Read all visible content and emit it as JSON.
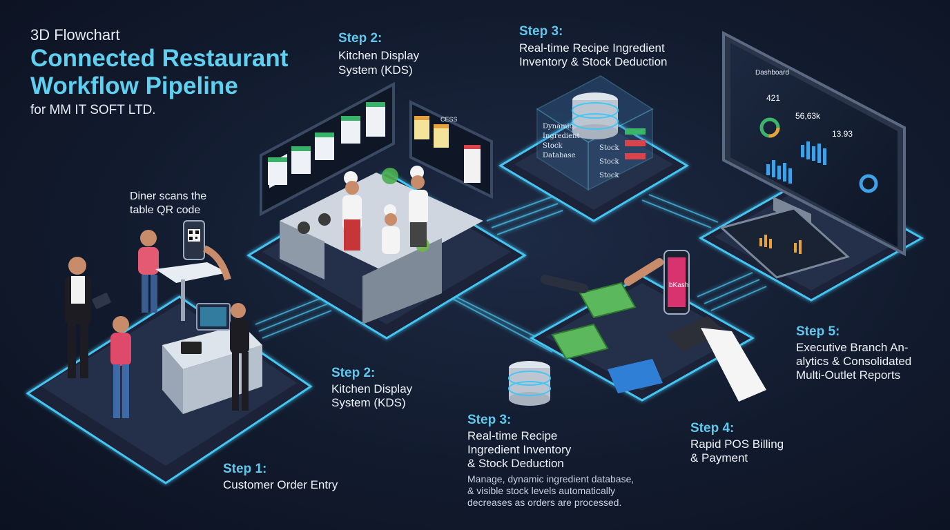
{
  "header": {
    "eyebrow": "3D Flowchart",
    "title_line1": "Connected Restaurant",
    "title_line2": "Workflow Pipeline",
    "subtitle": "for MM IT SOFT LTD."
  },
  "steps": {
    "kds_top": {
      "heading": "Step 2:",
      "line1": "Kitchen Display",
      "line2": "System (KDS)"
    },
    "inventory_top": {
      "heading": "Step 3:",
      "line1": "Real-time Recipe Ingredient",
      "line2": "Inventory & Stock Deduction"
    },
    "qr_note": {
      "line1": "Diner scans the",
      "line2": "table QR code"
    },
    "kds_bottom": {
      "heading": "Step 2:",
      "line1": "Kitchen Display",
      "line2": "System (KDS)"
    },
    "order_entry": {
      "heading": "Step 1:",
      "line1": "Customer Order Entry"
    },
    "inventory_bottom": {
      "heading": "Step 3:",
      "line1": "Real-time Recipe",
      "line2": "Ingredient Inventory",
      "line3": "& Stock Deduction",
      "desc1": "Manage, dynamic ingredient database,",
      "desc2": "& visible stock levels automatically",
      "desc3": "decreases as orders are processed."
    },
    "pos": {
      "heading": "Step 4:",
      "line1": "Rapid POS Billing",
      "line2": "& Payment"
    },
    "analytics": {
      "heading": "Step 5:",
      "line1": "Executive Branch An-",
      "line2": "alytics & Consolidated",
      "line3": "Multi-Outlet Reports"
    }
  },
  "illustration": {
    "database_labels": [
      "Dynamic",
      "Ingredient",
      "Stock",
      "Database"
    ],
    "stock_labels": [
      "Stock",
      "Stock",
      "Stock"
    ],
    "dashboard_title": "Dashboard",
    "kpi_values": [
      "421",
      "56,63k",
      "13.93"
    ],
    "wallet_label": "bKash",
    "kds_ticket_label": "CESS"
  },
  "colors": {
    "background": "#121b2e",
    "accent": "#5fd0ef",
    "glow": "#44c6f2",
    "platform": "#1f2a40"
  }
}
